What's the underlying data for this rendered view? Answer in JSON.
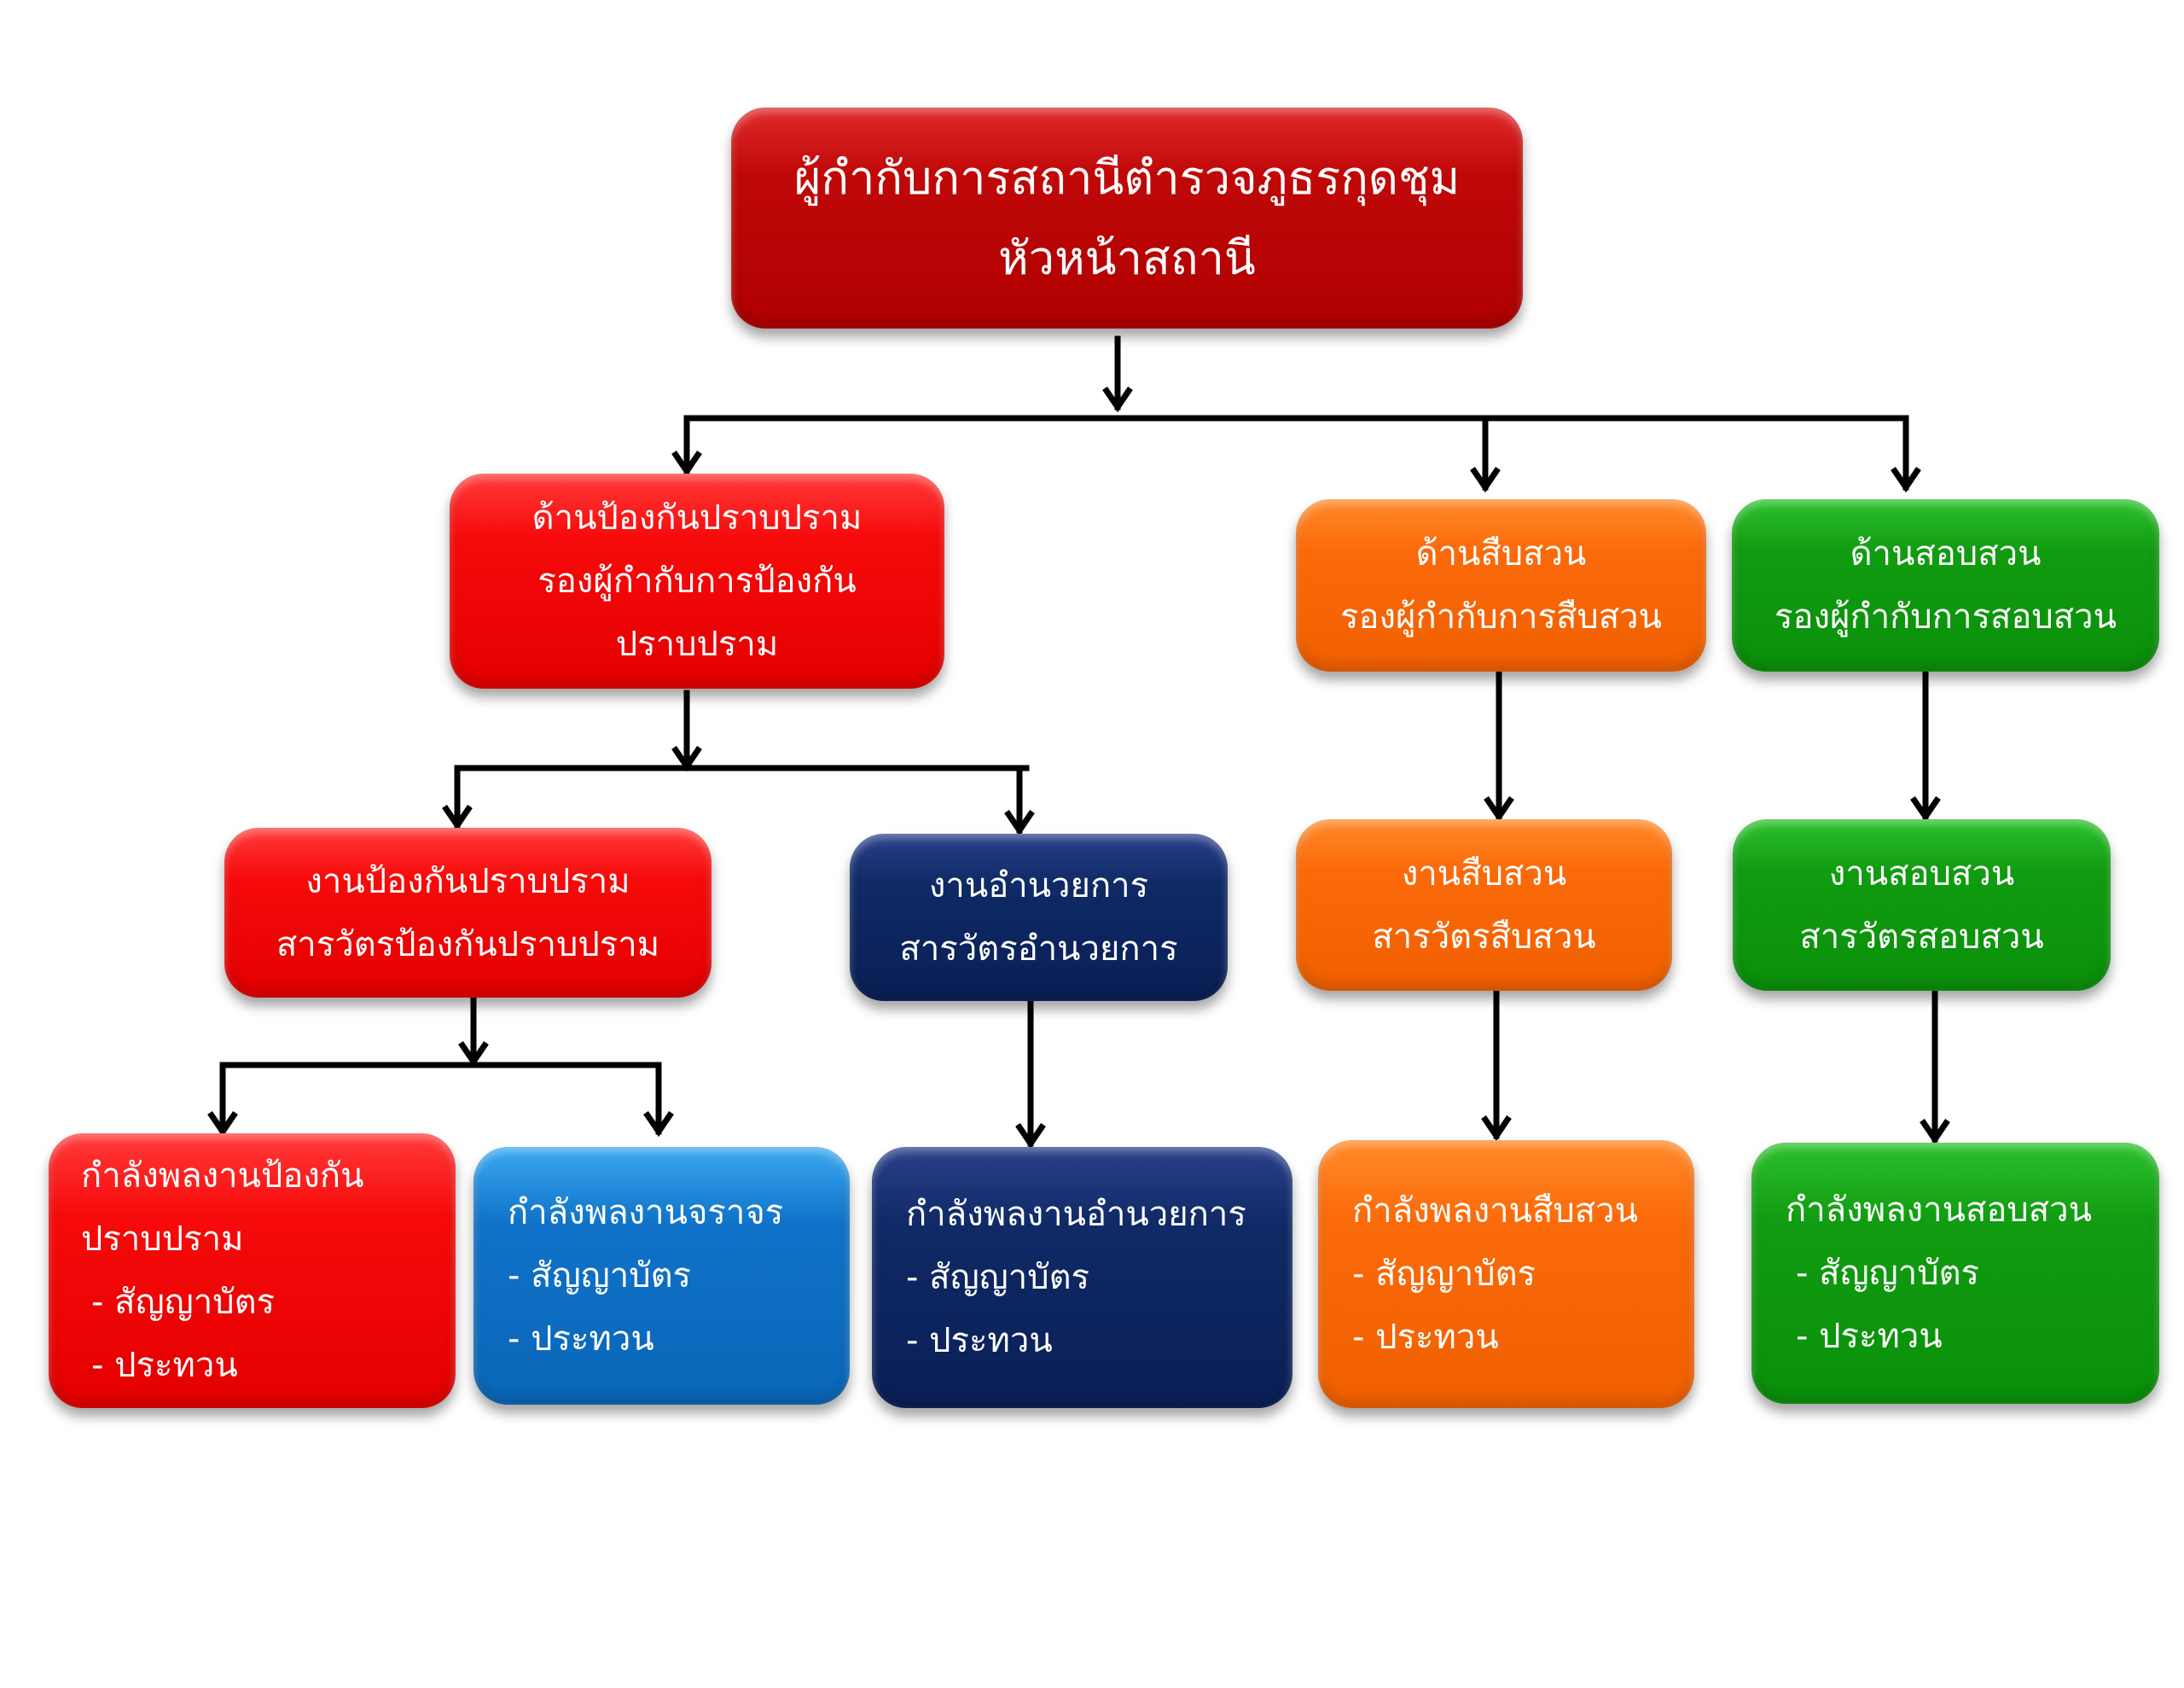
{
  "chief": {
    "lines": [
      "ผู้กำกับการสถานีตำรวจภูธรกุดชุม",
      "หัวหน้าสถานี"
    ],
    "color": "#c00808"
  },
  "prevention_dept": {
    "lines": [
      "ด้านป้องกันปราบปราม",
      "รองผู้กำกับการป้องกัน",
      "ปราบปราม"
    ],
    "color": "#f70a0a"
  },
  "investigation_dept": {
    "lines": [
      "ด้านสืบสวน",
      "รองผู้กำกับการสืบสวน"
    ],
    "color": "#fb6a0a"
  },
  "inquiry_dept": {
    "lines": [
      "ด้านสอบสวน",
      "รองผู้กำกับการสอบสวน"
    ],
    "color": "#119c11"
  },
  "prevention_unit": {
    "lines": [
      "งานป้องกันปราบปราม",
      "สารวัตรป้องกันปราบปราม"
    ]
  },
  "admin_unit": {
    "lines": [
      "งานอำนวยการ",
      "สารวัตรอำนวยการ"
    ],
    "color": "#0f2a66"
  },
  "investigation_unit": {
    "lines": [
      "งานสืบสวน",
      "สารวัตรสืบสวน"
    ]
  },
  "inquiry_unit": {
    "lines": [
      "งานสอบสวน",
      "สารวัตรสอบสวน"
    ]
  },
  "prevention_staff": {
    "lines": [
      "กำลังพลงานป้องกัน",
      "ปราบปราม",
      "- สัญญาบัตร",
      "- ประทวน"
    ]
  },
  "traffic_staff": {
    "lines": [
      "กำลังพลงานจราจร",
      "- สัญญาบัตร",
      "- ประทวน"
    ],
    "color": "#0f72c8"
  },
  "admin_staff": {
    "lines": [
      "กำลังพลงานอำนวยการ",
      "- สัญญาบัตร",
      "- ประทวน"
    ]
  },
  "investigation_staff": {
    "lines": [
      "กำลังพลงานสืบสวน",
      "- สัญญาบัตร",
      "- ประทวน"
    ]
  },
  "inquiry_staff": {
    "lines": [
      "กำลังพลงานสอบสวน",
      "- สัญญาบัตร",
      "- ประทวน"
    ]
  }
}
